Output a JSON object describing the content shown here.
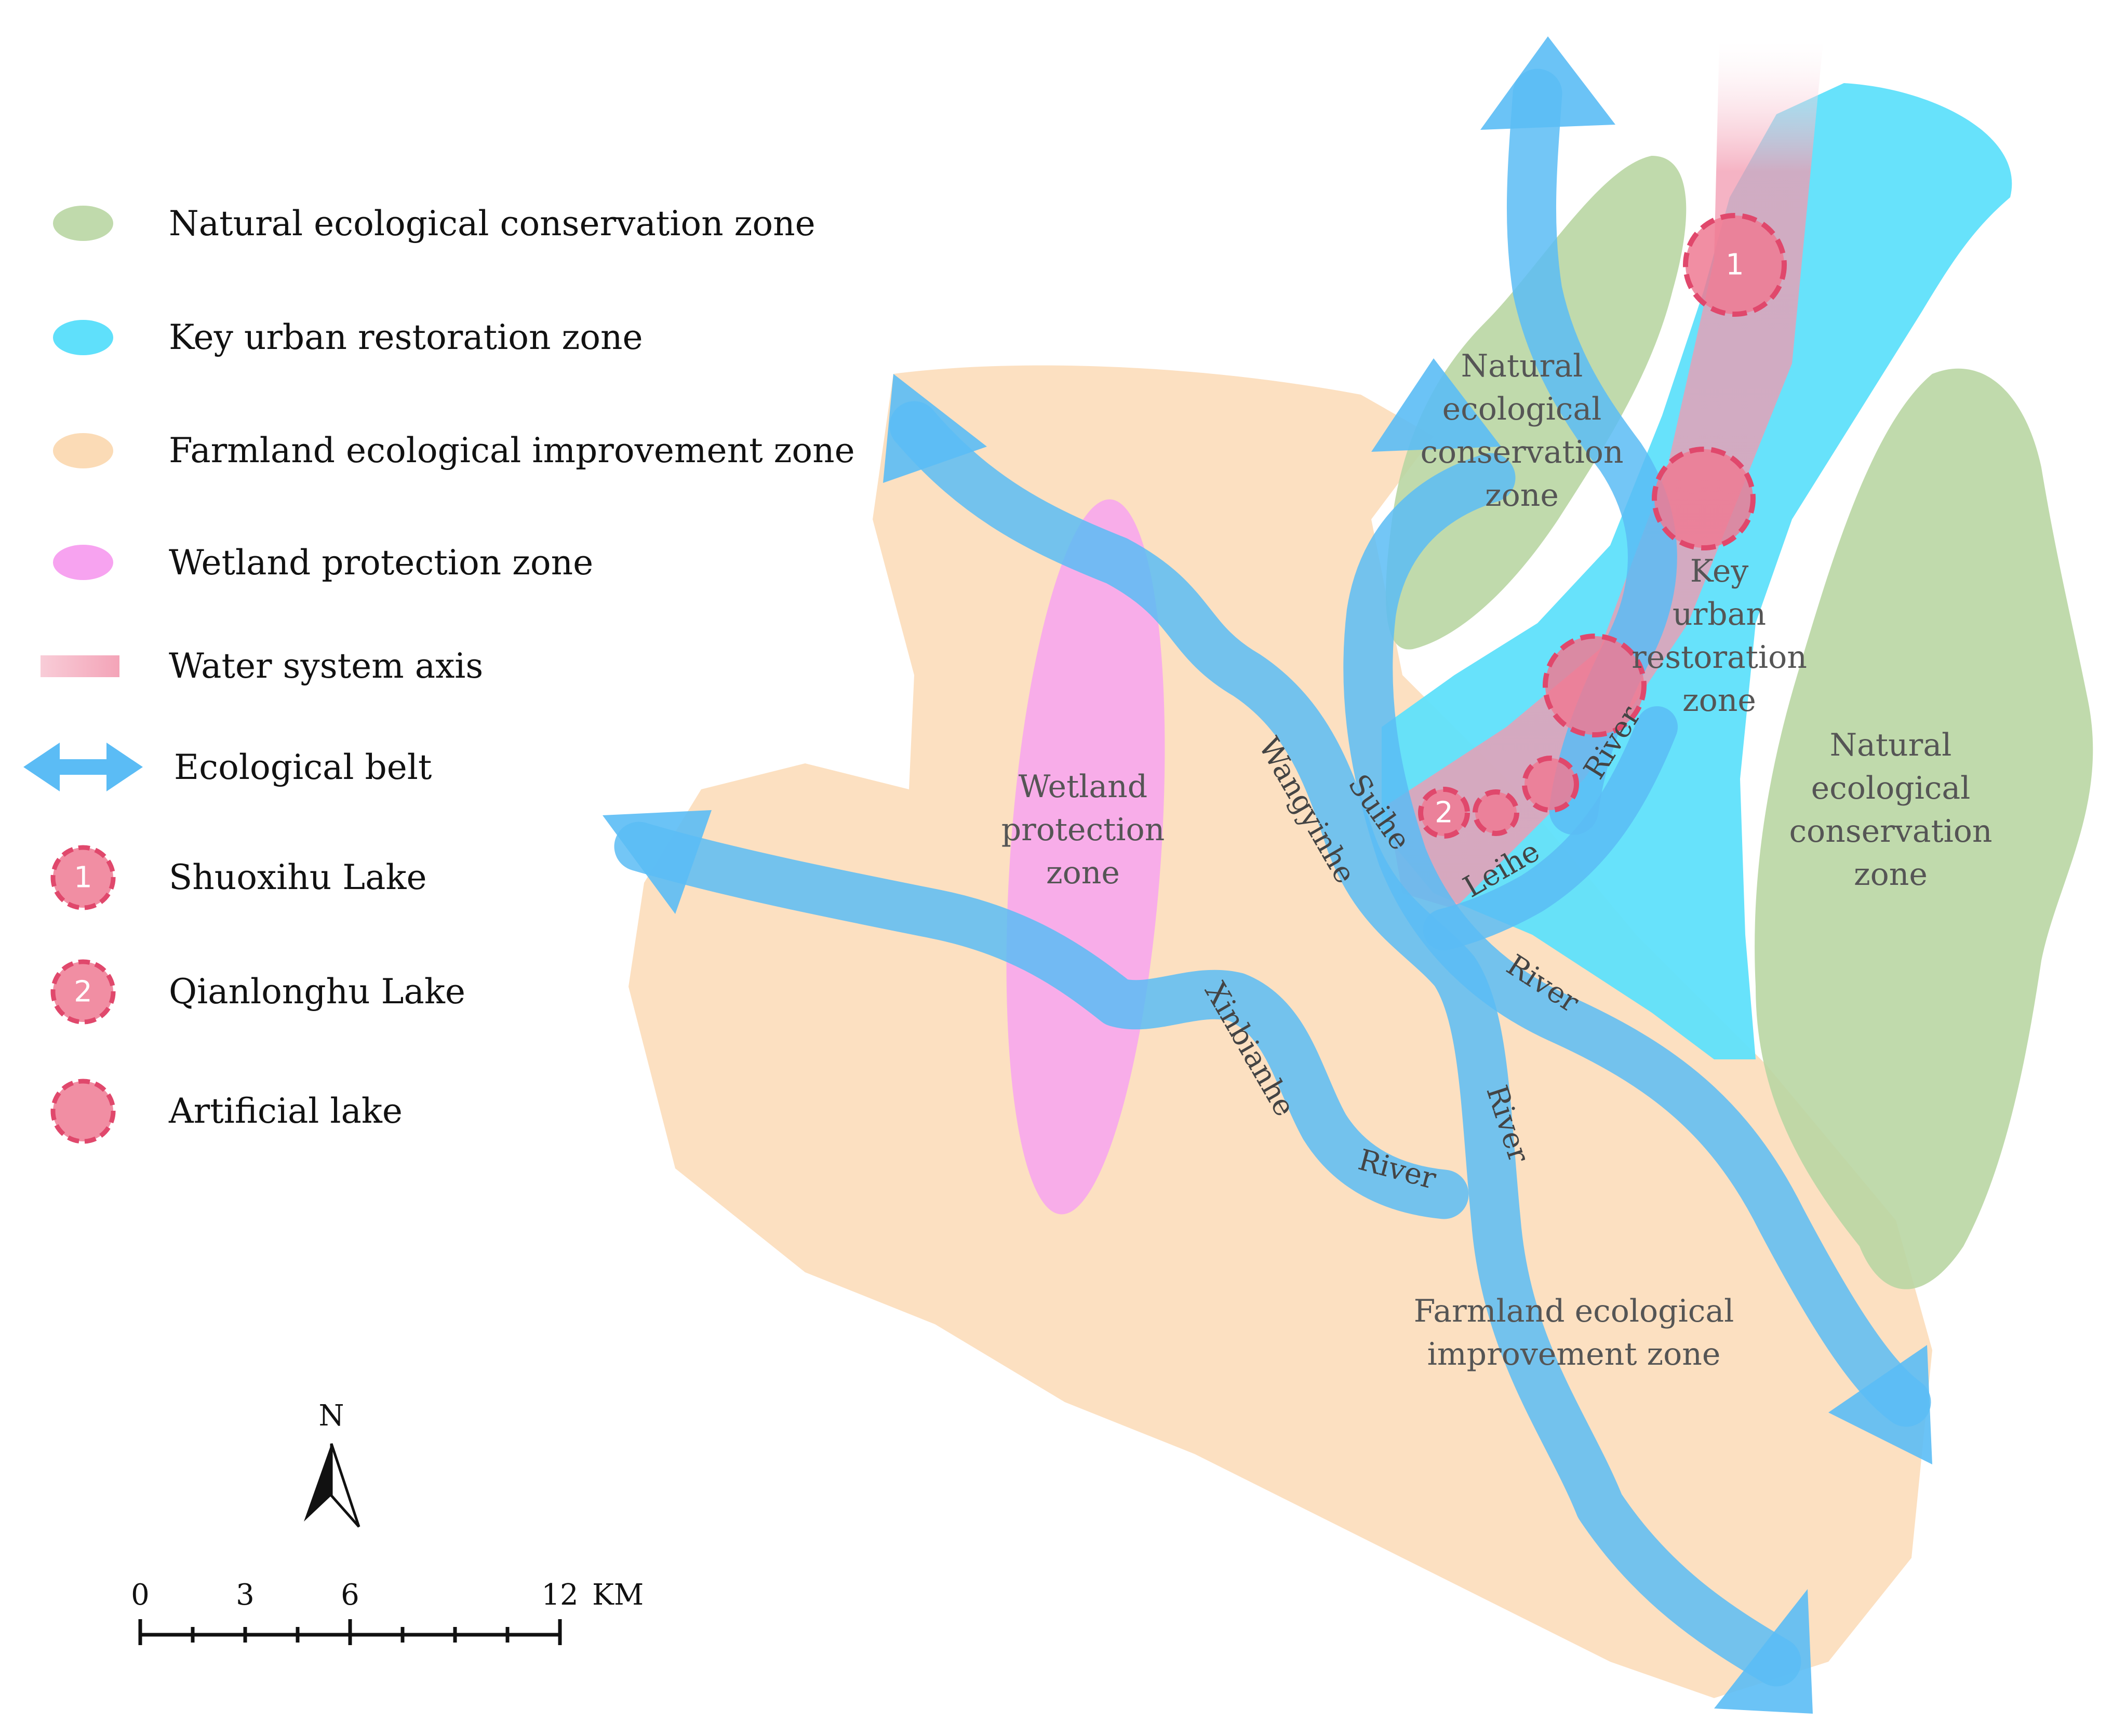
{
  "colors": {
    "natural_zone": "#b9d6a3",
    "urban_zone": "#5fe0fb",
    "farmland_zone": "#fbdbb6",
    "wetland_zone": "#f7a3f0",
    "water_axis": "#f29ab0",
    "ecological_belt": "#5bbcf5",
    "lake_fill": "#ef7a93",
    "lake_stroke": "#e0486c"
  },
  "legend": [
    {
      "key": "natural",
      "label": "Natural ecological conservation zone",
      "icon": "green-ellipse-icon"
    },
    {
      "key": "urban",
      "label": "Key urban restoration zone",
      "icon": "cyan-ellipse-icon"
    },
    {
      "key": "farmland",
      "label": "Farmland ecological improvement zone",
      "icon": "peach-ellipse-icon"
    },
    {
      "key": "wetland",
      "label": "Wetland protection zone",
      "icon": "pink-ellipse-icon"
    },
    {
      "key": "axis",
      "label": "Water system axis",
      "icon": "pink-band-icon"
    },
    {
      "key": "belt",
      "label": "Ecological belt",
      "icon": "double-arrow-icon"
    },
    {
      "key": "lake1",
      "label": "Shuoxihu Lake",
      "icon": "lake-1-icon",
      "num": "1"
    },
    {
      "key": "lake2",
      "label": "Qianlonghu Lake",
      "icon": "lake-2-icon",
      "num": "2"
    },
    {
      "key": "artificial",
      "label": "Artificial lake",
      "icon": "artificial-lake-icon"
    }
  ],
  "zone_labels": {
    "natural_top": [
      "Natural",
      "ecological",
      "conservation",
      "zone"
    ],
    "natural_right": [
      "Natural",
      "ecological",
      "conservation",
      "zone"
    ],
    "urban": [
      "Key",
      "urban",
      "restoration",
      "zone"
    ],
    "wetland": [
      "Wetland",
      "protection",
      "zone"
    ],
    "farmland": [
      "Farmland ecological",
      "improvement zone"
    ]
  },
  "river_labels": {
    "suihe": "Suihe",
    "river_suihe": "River",
    "wangyinhe": "Wangyinhe",
    "river_wangyinhe": "River",
    "xinbianhe": "Xinbianhe",
    "river_xinbianhe": "River",
    "leihe": "Leihe",
    "river_leihe": "River"
  },
  "lakes": {
    "shuoxihu_num": "1",
    "qianlonghu_num": "2"
  },
  "north_arrow": {
    "label": "N"
  },
  "scale_bar": {
    "ticks": [
      "0",
      "3",
      "6",
      "12"
    ],
    "unit": "KM"
  }
}
